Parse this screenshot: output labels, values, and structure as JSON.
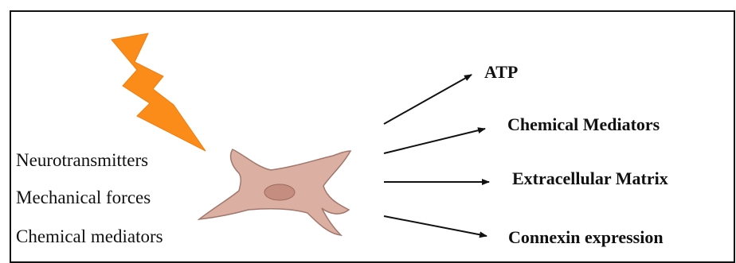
{
  "inputs": [
    "Neurotransmitters",
    "Mechanical forces",
    "Chemical mediators"
  ],
  "outputs": [
    "ATP",
    "Chemical Mediators",
    "Extracellular Matrix",
    "Connexin expression"
  ],
  "icons": {
    "stimulus": "lightning-bolt-icon",
    "cell": "fibroblast-cell-icon"
  },
  "colors": {
    "lightning": "#fb8c1a",
    "cell_body": "#dbb0a2",
    "cell_outline": "#a2776c",
    "nucleus": "#c58d80",
    "arrows": "#111111",
    "frame": "#111111"
  }
}
